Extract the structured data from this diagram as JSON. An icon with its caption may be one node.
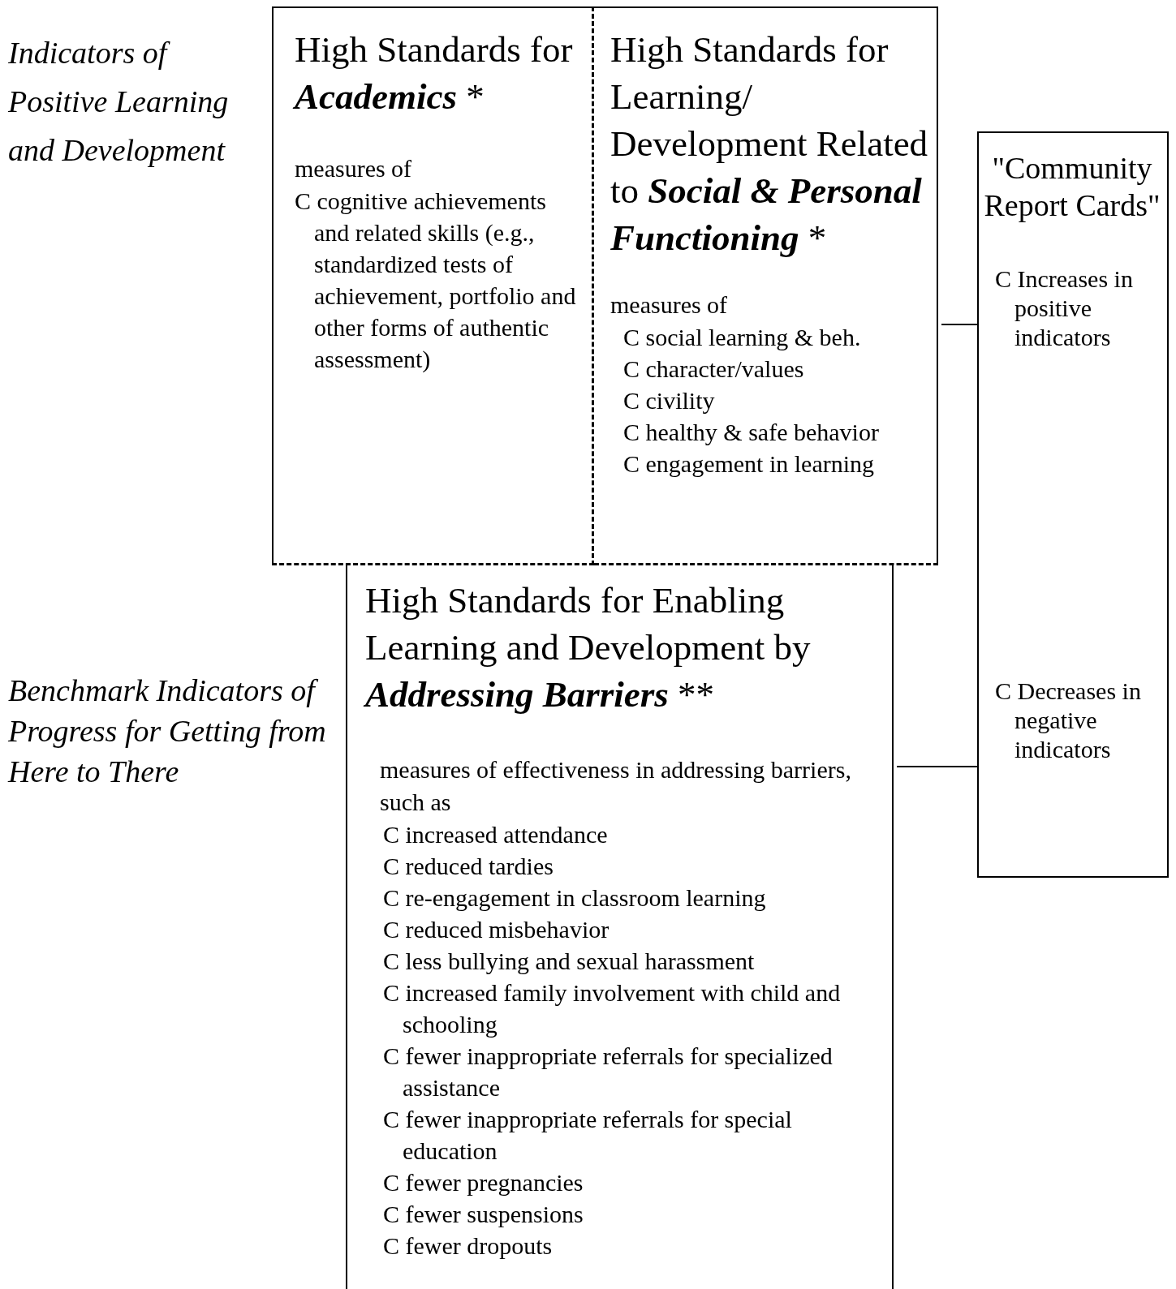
{
  "diagram": {
    "nodes": [
      {
        "text": [
          "High Standards for **Academics** *",
          "measures of",
          "C cognitive achievements and related skills (e.g., standardized tests of achievement, portfolio and other forms of authentic assessment)"
        ]
      },
      {
        "text": [
          "High Standards for Learning/ Development Related to **Social & Personal Functioning** *",
          "measures of",
          "C social learning & beh.",
          "C character/values",
          "C civility",
          "C healthy & safe behavior",
          "C engagement in learning"
        ]
      },
      {
        "text": [
          "High Standards for Enabling Learning and Development by **Addressing Barriers** **",
          "measures of effectiveness in addressing barriers, such as",
          "C increased attendance",
          "C reduced tardies",
          "C re-engagement in classroom learning",
          "C reduced misbehavior",
          "C less bullying and sexual harassment",
          "C increased family involvement with child and schooling",
          "C fewer inappropriate referrals for specialized assistance",
          "C fewer inappropriate referrals for special education",
          "C fewer pregnancies",
          "C fewer suspensions",
          "C fewer dropouts"
        ]
      },
      {
        "text": [
          "\"Community Report Cards\"",
          "C Increases in positive indicators",
          "C Decreases in negative indicators"
        ]
      }
    ],
    "edges": [
      {
        "from": 1,
        "to": 3,
        "arrow": "none"
      },
      {
        "from": 2,
        "to": 3,
        "arrow": "none"
      }
    ],
    "labels": [
      "Indicators of Positive Learning and Development",
      "Benchmark Indicators of Progress for Getting from Here to There"
    ]
  }
}
